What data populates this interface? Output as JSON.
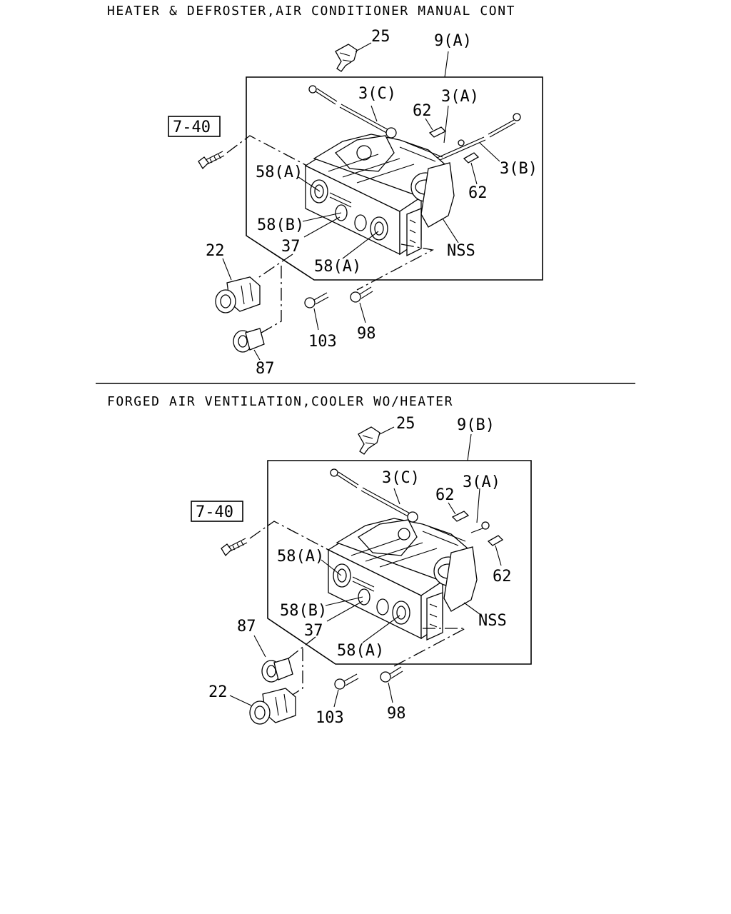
{
  "sections": [
    {
      "title": "HEATER & DEFROSTER,AIR CONDITIONER MANUAL CONT",
      "labels": {
        "p25": "25",
        "p9": "9(A)",
        "p3c": "3(C)",
        "p62a": "62",
        "p3a": "3(A)",
        "ref": "7-40",
        "p58a1": "58(A)",
        "p3b": "3(B)",
        "p62b": "62",
        "p58b": "58(B)",
        "p37": "37",
        "nss": "NSS",
        "p22": "22",
        "p58a2": "58(A)",
        "p103": "103",
        "p98": "98",
        "p87": "87"
      }
    },
    {
      "title": "FORGED AIR VENTILATION,COOLER WO/HEATER",
      "labels": {
        "p25": "25",
        "p9": "9(B)",
        "p3c": "3(C)",
        "p62a": "62",
        "p3a": "3(A)",
        "ref": "7-40",
        "p58a1": "58(A)",
        "p62b": "62",
        "p58b": "58(B)",
        "p37": "37",
        "nss": "NSS",
        "p87": "87",
        "p22": "22",
        "p58a2": "58(A)",
        "p103": "103",
        "p98": "98"
      }
    }
  ]
}
